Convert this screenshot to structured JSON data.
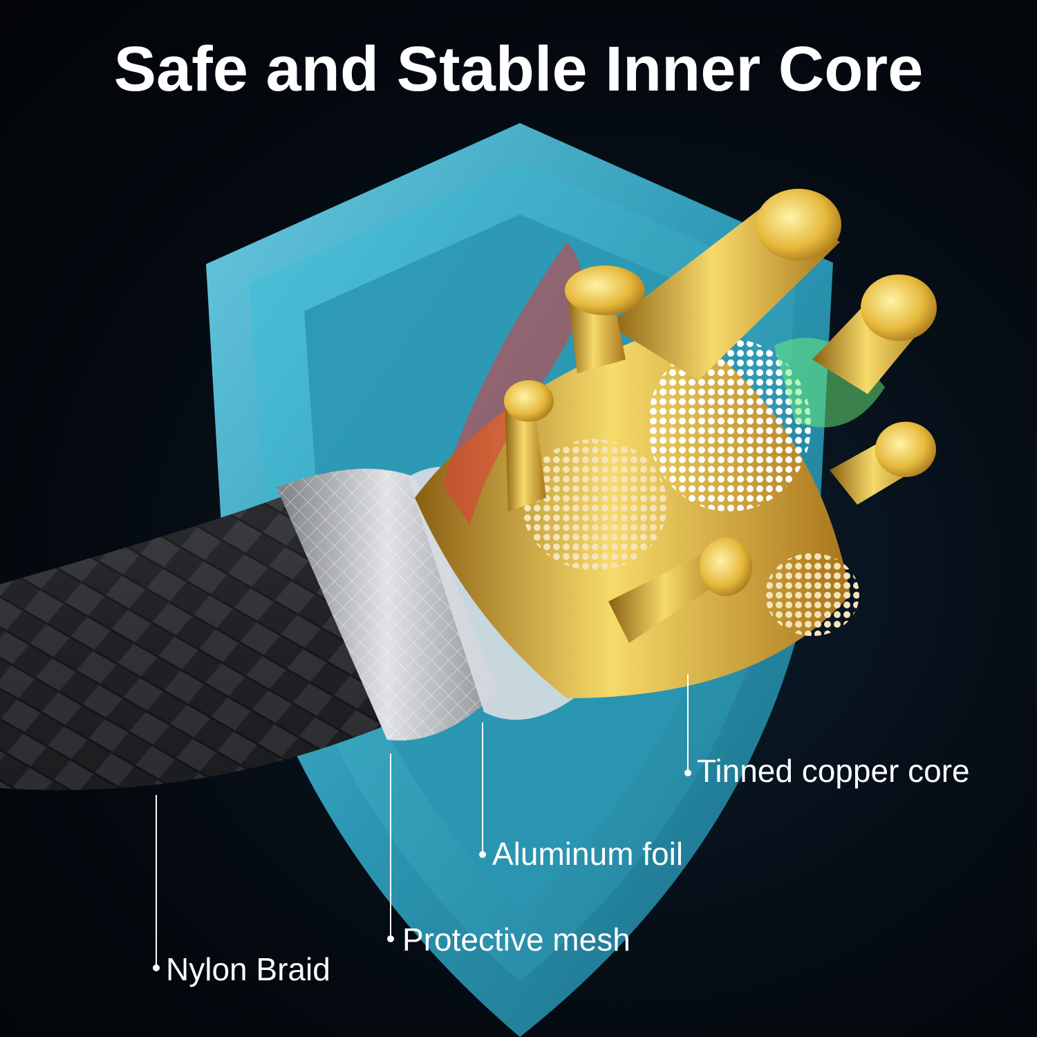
{
  "headline": "Safe and Stable Inner Core",
  "callouts": {
    "tinned_copper_core": "Tinned copper core",
    "aluminum_foil": "Aluminum foil",
    "protective_mesh": "Protective mesh",
    "nylon_braid": "Nylon Braid"
  },
  "colors": {
    "background": "#050b12",
    "shield": "#3fb7d3",
    "gold": "#e7c14a",
    "braid": "#2b2d30",
    "mesh": "#b9bcc0",
    "label": "#ffffff"
  }
}
